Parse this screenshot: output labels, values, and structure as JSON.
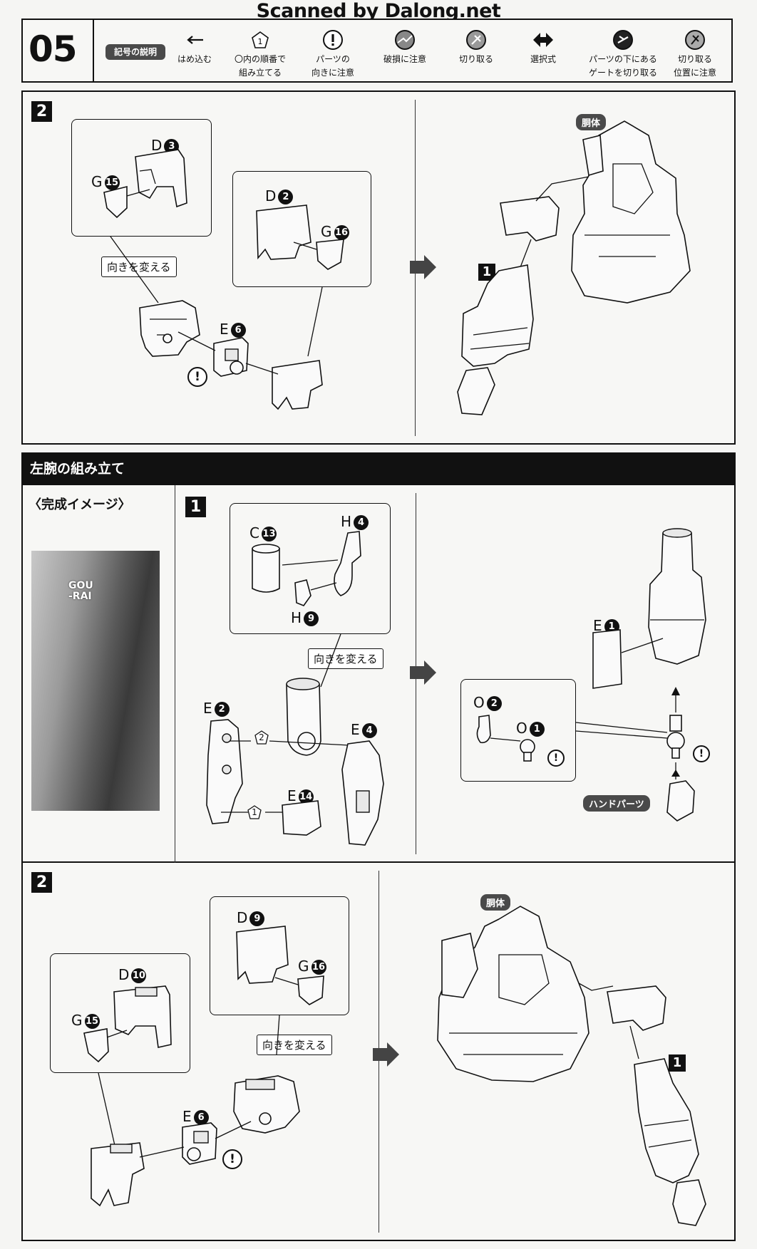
{
  "watermark": "Scanned by Dalong.net",
  "page_step": "05",
  "legend": {
    "badge": "記号の説明",
    "items": [
      {
        "icon": "arrow-left-icon",
        "text": "はめ込む"
      },
      {
        "icon": "pentagon-icon",
        "text": "〇内の順番で\n組み立てる"
      },
      {
        "icon": "exclamation-icon",
        "text": "パーツの\n向きに注意"
      },
      {
        "icon": "breakage-icon",
        "text": "破損に注意"
      },
      {
        "icon": "cut-icon",
        "text": "切り取る"
      },
      {
        "icon": "choice-arrow-icon",
        "text": "選択式"
      },
      {
        "icon": "gate-cut-icon",
        "text": "パーツの下にある\nゲートを切り取る"
      },
      {
        "icon": "cut-position-icon",
        "text": "切り取る\n位置に注意"
      }
    ]
  },
  "panel_top": {
    "step": "2",
    "callout_left": {
      "part1": "D",
      "num1": "3",
      "part2": "G",
      "num2": "15"
    },
    "callout_right": {
      "part1": "D",
      "num1": "2",
      "part2": "G",
      "num2": "16"
    },
    "reorient": "向きを変える",
    "part_e": {
      "part": "E",
      "num": "6"
    },
    "warn": "!",
    "torso_tag": "胴体",
    "arm_step": "1"
  },
  "section": {
    "title": "左腕の組み立て",
    "complete_label": "〈完成イメージ〉",
    "photo_text": "GOU\n-RAI"
  },
  "panel_mid": {
    "step": "1",
    "callout": {
      "c": "C",
      "c_num": "13",
      "h4": "H",
      "h4_num": "4",
      "h9": "H",
      "h9_num": "9"
    },
    "reorient": "向きを変える",
    "e2": {
      "part": "E",
      "num": "2"
    },
    "e4": {
      "part": "E",
      "num": "4"
    },
    "e14": {
      "part": "E",
      "num": "14"
    },
    "order1": "1",
    "order2": "2",
    "e1": {
      "part": "E",
      "num": "1"
    },
    "o2": {
      "part": "O",
      "num": "2"
    },
    "o1": {
      "part": "O",
      "num": "1"
    },
    "hand_tag": "ハンドパーツ",
    "warn": "!"
  },
  "panel_bot": {
    "step": "2",
    "callout_left": {
      "part1": "D",
      "num1": "10",
      "part2": "G",
      "num2": "15"
    },
    "callout_right": {
      "part1": "D",
      "num1": "9",
      "part2": "G",
      "num2": "16"
    },
    "reorient": "向きを変える",
    "part_e": {
      "part": "E",
      "num": "6"
    },
    "warn": "!",
    "torso_tag": "胴体",
    "arm_step": "1"
  }
}
